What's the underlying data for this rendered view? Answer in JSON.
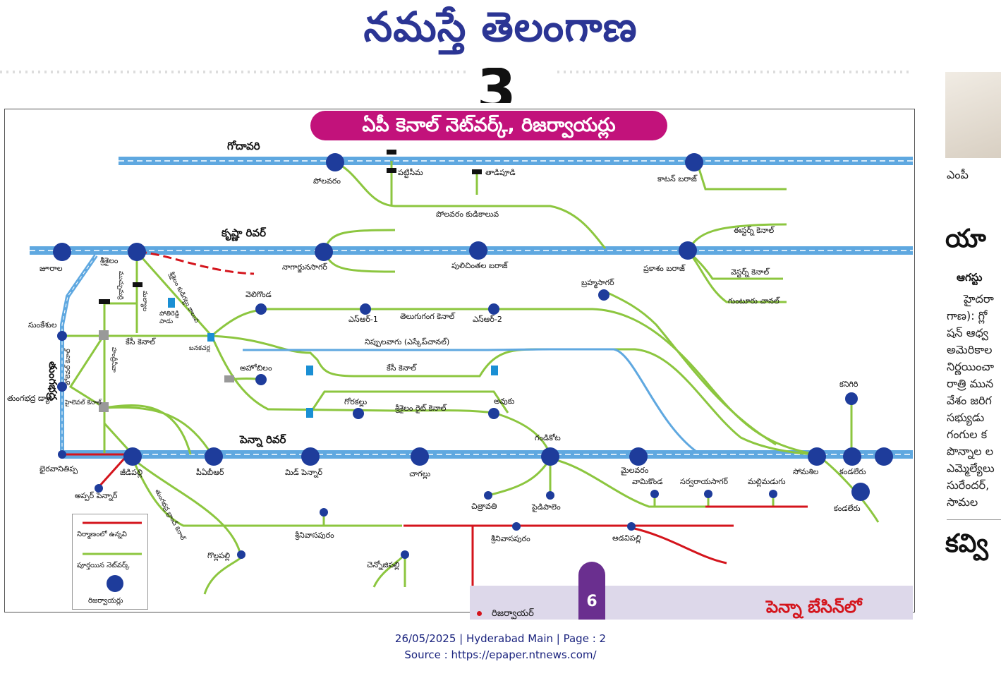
{
  "masthead": {
    "title": "నమస్తే తెలంగాణ"
  },
  "banner": {
    "title": "ఏపీ కెనాల్ నెట్‌వర్క్, రిజర్వాయర్లు"
  },
  "top_partial_glyph": "3",
  "rivers": {
    "godavari": "గోదావరి",
    "krishna": "కృష్ణా రివర్",
    "penna": "పెన్నా రివర్",
    "tungabhadra": "తుంగభద్ర"
  },
  "places": {
    "polavaram": "పోలవరం",
    "pattiseema": "పట్టిసీమ",
    "tadipudi": "తాడిపూడి",
    "cotton_barrage": "కాటన్ బరాజ్",
    "polavaram_canal": "పోలవరం కుడికాలువ",
    "eastern_canal": "ఈస్టర్న్ కెనాల్",
    "western_canal": "వెస్టర్న్ కెనాల్",
    "guntur_channel": "గుంటూరు చానల్",
    "prakasam_barrage": "ప్రకాశం బరాజ్",
    "pulichintala": "పులిచింతల బరాజ్",
    "nagarjunasagar": "నాగార్జునసాగర్",
    "srisailam": "శ్రీశైలం",
    "jurala": "జూరాల",
    "sunkesula": "సుంకేశుల",
    "tungabhadra_dam": "తుంగభద్ర డ్యాం",
    "veligonda": "వెలిగొండ",
    "sr1": "ఎస్ఆర్-1",
    "sr2": "ఎస్ఆర్-2",
    "telugu_ganga": "తెలుగుగంగ కెనాల్",
    "brahmasagar": "బ్రహ్మసాగర్",
    "kc_canal_left": "కేసీ కెనాల్",
    "kc_canal_mid": "కేసీ కెనాల్",
    "nippulavagu": "నిప్పులవాగు (ఎస్కేప్‌చానల్)",
    "ahobilam": "అహోబిలం",
    "gorakallu": "గోరకల్లు",
    "srisailam_right": "శ్రీశైలం రైట్ కెనాల్",
    "avuku": "అవుకు",
    "kanigiri": "కనిగిరి",
    "muchumarri": "ముచ్చుమర్రి",
    "malyala": "మల్యాల",
    "pothireddypadu": "పోతిరెడ్డి పాడు",
    "srisailam_canal": "శ్రీశైలం కుడిగట్టు కాలువ",
    "banakacherla": "బనకచర్ల",
    "handri_neeva": "హంద్రీనీవా",
    "low_level_canal": "లోలెవల్ కెనాల్",
    "high_level_canal": "హైలెవల్ కెనాల్",
    "bhairavanitippa": "భైరవానితిప్ప",
    "jeedipalli": "జీడిపల్లి",
    "pabr": "పీఏబీఆర్",
    "mid_pennar": "మిడ్ పెన్నార్",
    "chagallu": "చాగల్లు",
    "gandikota": "గండికోట",
    "mylavaram": "మైలవరం",
    "somasila": "సోమశిల",
    "kandaleru": "కండలేరు",
    "kandaleru2": "కండలేరు",
    "upper_pennar": "అప్పర్ పెన్నార్",
    "chitravathi": "చిత్రావతి",
    "paidipalem": "పైడిపాలెం",
    "vamikonda": "వామికొండ",
    "sarvarayasagar": "సర్వరాయసాగర్",
    "mallemadugu": "మల్లిమడుగు",
    "tungabhadra_branch": "తుంగభద్ర బ్రాంచ్ కెనాల్",
    "srinivasapuram": "శ్రీనివాసపురం",
    "srinivasapuram2": "శ్రీనివాసపురం",
    "adavipalli": "అడవిపల్లి",
    "gollapalli": "గొల్లపల్లి",
    "chennojipalli": "చెన్నోజిపల్లి"
  },
  "legend": {
    "under_construction": "నిర్మాణంలో ఉన్నవి",
    "completed": "పూర్తయిన నెట్‌వర్క్",
    "reservoirs": "రిజర్వాయర్లు"
  },
  "bottom_panel": {
    "tab": "6",
    "legend_item": "రిజర్వాయర్",
    "heading": "పెన్నా బేసిన్‌లో"
  },
  "right_column": {
    "caption": "ఎంపీ",
    "headline": "యా",
    "subhead": "ఆగస్టు",
    "lines": [
      "హైదరా",
      "గాణ): గ్లో",
      "షన్ ఆధ్వ",
      "అమెరికాల",
      "నిర్ణయించా",
      "రాత్రి మున",
      "వేశం జరిగ",
      "సభ్యుడు",
      "గంగుల క",
      "పొన్నాల ల",
      "ఎమ్మెల్యేలు",
      "సురేందర్,",
      "సామల"
    ],
    "headline2": "కవ్వి"
  },
  "footer": {
    "line1": "26/05/2025 | Hyderabad Main | Page : 2",
    "line2": "Source : https://epaper.ntnews.com/"
  },
  "colors": {
    "river": "#5fa8e0",
    "canal": "#8cc63f",
    "construction": "#d4141c",
    "reservoir": "#1e3c9b",
    "banner": "#c2127b",
    "masthead": "#2b3594"
  }
}
